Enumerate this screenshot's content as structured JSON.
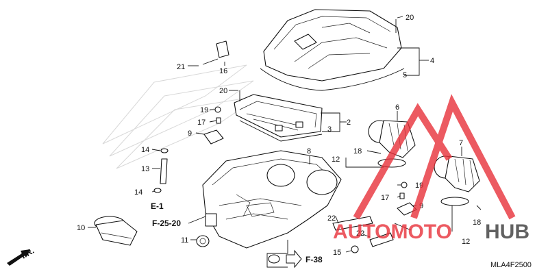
{
  "diagram": {
    "code": "MLA4F2500",
    "fr_label": "FR.",
    "refs": {
      "e1": "E-1",
      "f2520": "F-25-20",
      "f38": "F-38"
    },
    "callouts": {
      "c2": "2",
      "c3": "3",
      "c4": "4",
      "c5": "5",
      "c6": "6",
      "c7": "7",
      "c8": "8",
      "c9a": "9",
      "c9b": "9",
      "c10": "10",
      "c11": "11",
      "c12a": "12",
      "c12b": "12",
      "c13": "13",
      "c14a": "14",
      "c14b": "14",
      "c15": "15",
      "c16": "16",
      "c17a": "17",
      "c17b": "17",
      "c18a": "18",
      "c18b": "18",
      "c19a": "19",
      "c19b": "19",
      "c20a": "20",
      "c20b": "20",
      "c21": "21",
      "c22a": "22",
      "c22b": "22"
    }
  },
  "watermark": {
    "brand_a": "AUTOMOTO",
    "brand_b": "HUB",
    "red": "#e8313a",
    "dark": "#3a3a3a"
  }
}
